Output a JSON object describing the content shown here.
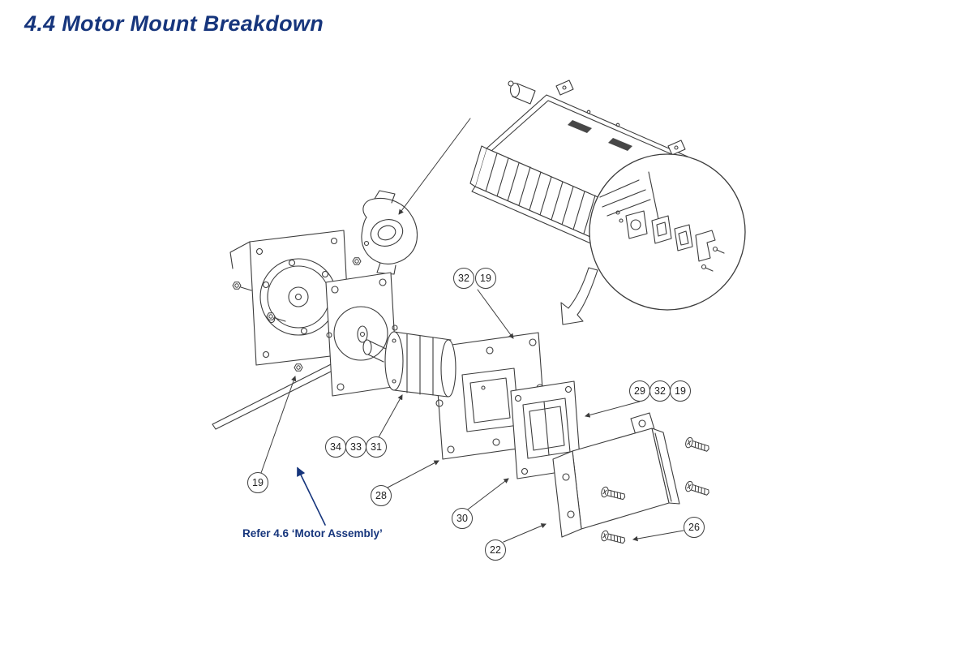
{
  "page": {
    "title": "4.4 Motor Mount Breakdown",
    "note": "Refer 4.6 ‘Motor Assembly’"
  },
  "colors": {
    "accent_navy": "#16357c",
    "line": "#3c3c3c"
  },
  "callouts": [
    {
      "id": "19-frame-nut",
      "label": "19"
    },
    {
      "id": "32-plate",
      "label": "32"
    },
    {
      "id": "19-plate",
      "label": "19"
    },
    {
      "id": "29-gasket",
      "label": "29"
    },
    {
      "id": "32-gasket",
      "label": "32"
    },
    {
      "id": "19-gasket",
      "label": "19"
    },
    {
      "id": "34-motor",
      "label": "34"
    },
    {
      "id": "33-motor",
      "label": "33"
    },
    {
      "id": "31-motor",
      "label": "31"
    },
    {
      "id": "28-adapter-plate",
      "label": "28"
    },
    {
      "id": "30-gasket-plate",
      "label": "30"
    },
    {
      "id": "22-bracket",
      "label": "22"
    },
    {
      "id": "26-screws",
      "label": "26"
    }
  ]
}
